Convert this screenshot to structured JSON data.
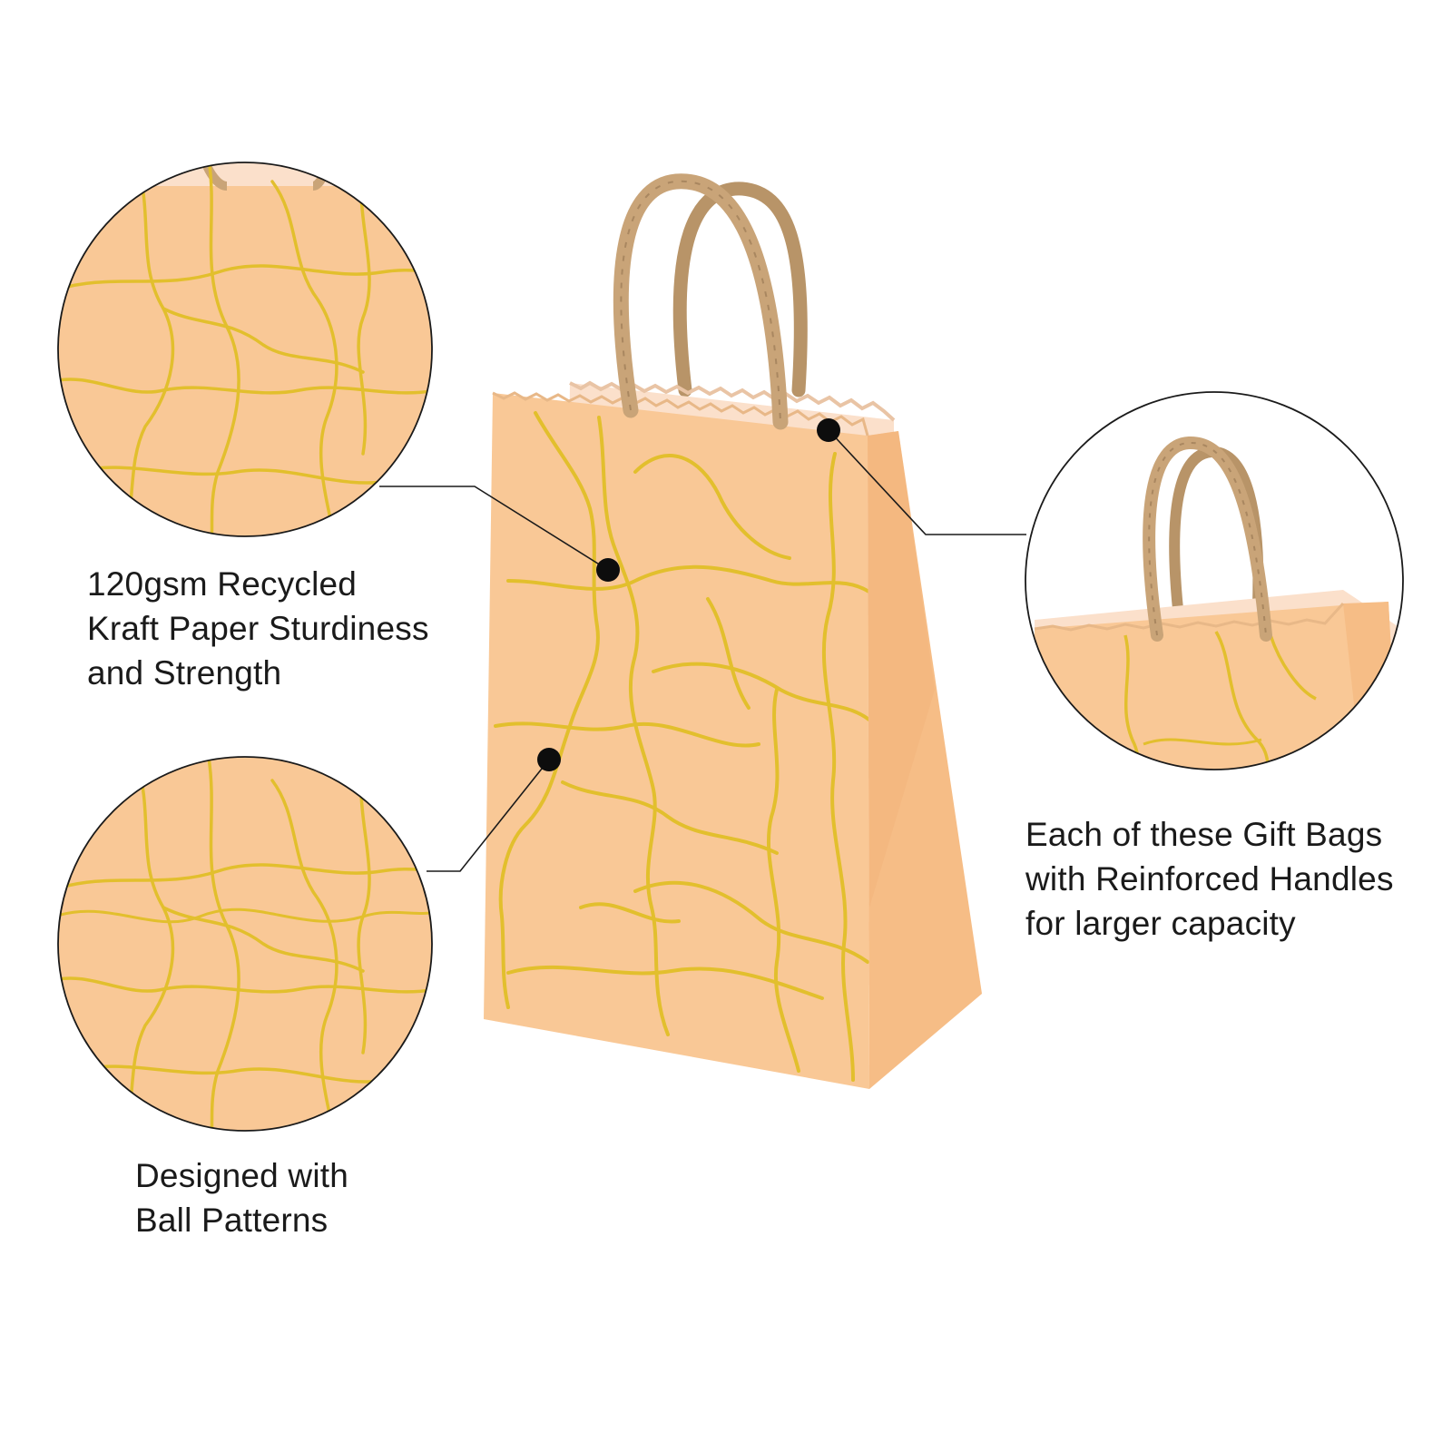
{
  "colors": {
    "bag_face": "#f9c896",
    "bag_side": "#f6bd86",
    "bag_inner": "#fbe0cb",
    "handle": "#c9a478",
    "handle_shadow": "#a98760",
    "gold_foil": "#e2bf2d",
    "callout_dot": "#0d0d0d",
    "circle_stroke": "#1a1a1a"
  },
  "callouts": {
    "material": {
      "lines": [
        "120gsm Recycled",
        "Kraft Paper Sturdiness",
        "and Strength"
      ]
    },
    "pattern": {
      "lines": [
        "Designed with",
        "Ball Patterns"
      ]
    },
    "handles": {
      "lines": [
        "Each of these Gift Bags",
        "with Reinforced Handles",
        "for larger capacity"
      ]
    }
  }
}
